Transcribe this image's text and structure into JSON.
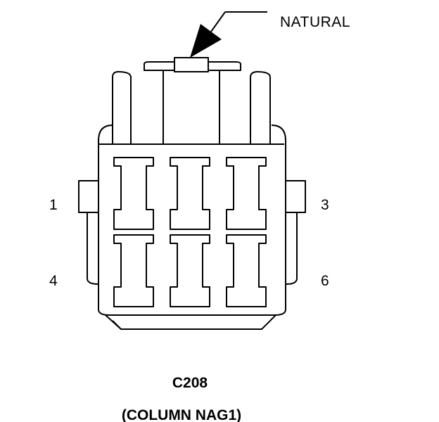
{
  "callout": {
    "label": "NATURAL"
  },
  "pins": {
    "p1": "1",
    "p3": "3",
    "p4": "4",
    "p6": "6"
  },
  "connector": {
    "id": "C208",
    "description": "(COLUMN NAG1)",
    "color": "NATURAL"
  },
  "colors": {
    "line": "#000000",
    "background": "#ffffff"
  },
  "icons": [
    "connector-face-diagram",
    "arrow-pointer-icon",
    "terminal-cavity-icon",
    "locking-tab-icon"
  ]
}
